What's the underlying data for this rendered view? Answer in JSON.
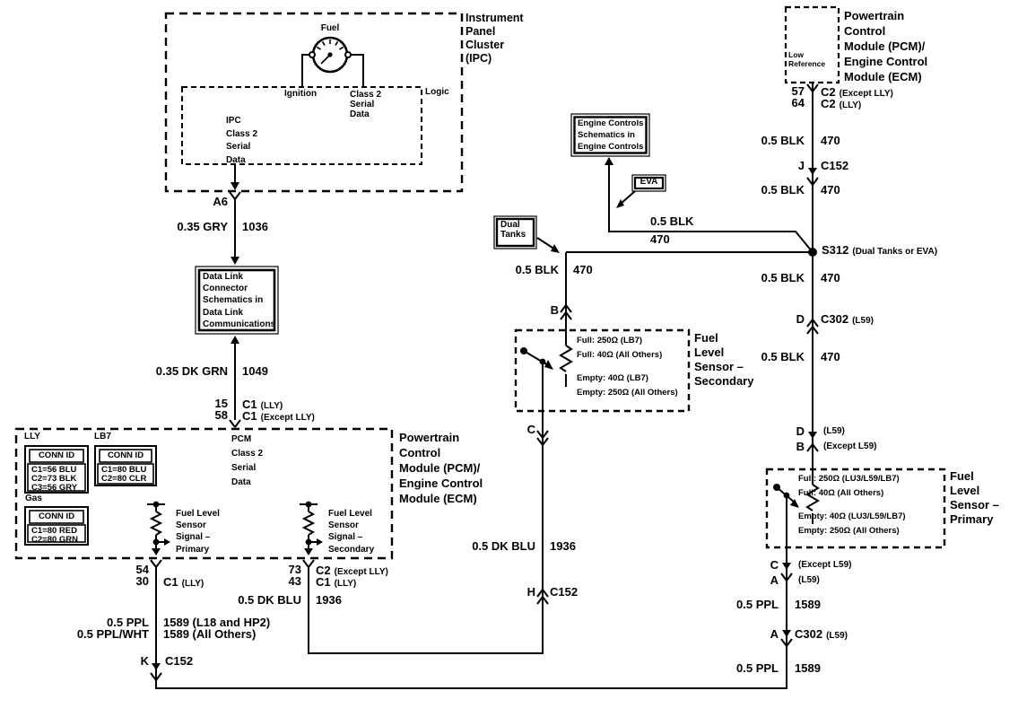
{
  "ipc": {
    "title": "Instrument\nPanel\nCluster\n(IPC)",
    "gauge_label": "Fuel",
    "ignition": "Ignition",
    "class2": "Class 2\nSerial\nData",
    "logic": "Logic",
    "ipc_class2": "IPC\nClass 2\nSerial\nData",
    "pin": "A6"
  },
  "wires": {
    "gry": {
      "label": "0.35 GRY",
      "circuit": "1036"
    },
    "dkgrn": {
      "label": "0.35 DK GRN",
      "circuit": "1049"
    },
    "blk": {
      "label": "0.5 BLK",
      "circuit": "470"
    },
    "dkblu": {
      "label": "0.5 DK BLU",
      "circuit": "1936"
    },
    "ppl": {
      "label": "0.5 PPL",
      "circuit": "1589"
    },
    "ppl_l18": {
      "label": "0.5 PPL",
      "circuit": "1589 (L18 and HP2)"
    },
    "pplwht": {
      "label": "0.5 PPL/WHT",
      "circuit": "1589 (All Others)"
    }
  },
  "dlc_box": "Data Link\nConnector\nSchematics in\nData Link\nCommunications",
  "ec_box": "Engine Controls\nSchematics in\nEngine Controls",
  "eva": "EVA",
  "dual_tanks": "Dual\nTanks",
  "pcm_left": {
    "pin15": "15",
    "pin58": "58",
    "c1_lly": {
      "main": "C1",
      "qual": "(LLY)"
    },
    "c1_exc": {
      "main": "C1",
      "qual": "(Except LLY)"
    },
    "class2": "PCM\nClass 2\nSerial\nData",
    "title": "Powertrain\nControl\nModule (PCM)/\nEngine Control\nModule (ECM)",
    "lly": "LLY",
    "lb7": "LB7",
    "gas": "Gas",
    "conn_id": "CONN ID",
    "lly_rows": "C1=56 BLU\nC2=73 BLK\nC3=56 GRY",
    "lb7_rows": "C1=80 BLU\nC2=80 CLR",
    "gas_rows": "C1=80 RED\nC2=80 GRN",
    "sig_primary": "Fuel Level\nSensor\nSignal –\nPrimary",
    "sig_secondary": "Fuel Level\nSensor\nSignal –\nSecondary",
    "pins54": "54\n30",
    "pins73": "73\n43",
    "p54": {
      "main": "C1",
      "qual": "(LLY)"
    },
    "p73a": {
      "main": "C2",
      "qual": "(Except LLY)"
    },
    "p73b": {
      "main": "C1",
      "qual": "(LLY)"
    }
  },
  "pcm_right": {
    "title": "Powertrain\nControl\nModule (PCM)/\nEngine Control\nModule (ECM)",
    "low_ref": "Low\nReference",
    "pins": "57\n64",
    "p1": {
      "main": "C2",
      "qual": "(Except LLY)"
    },
    "p2": {
      "main": "C2",
      "qual": "(LLY)"
    }
  },
  "connectors": {
    "k": {
      "pin": "K",
      "name": "C152"
    },
    "j": {
      "pin": "J",
      "name": "C152"
    },
    "h": {
      "pin": "H",
      "name": "C152"
    },
    "b": "B",
    "c": "C",
    "d_c302": {
      "pin": "D",
      "main": "C302",
      "qual": "(L59)"
    },
    "a_c302": {
      "pin": "A",
      "main": "C302",
      "qual": "(L59)"
    },
    "d_l59": {
      "pin": "D",
      "qual": "(L59)"
    },
    "b_exc": {
      "pin": "B",
      "qual": "(Except L59)"
    },
    "c_exc": {
      "pin": "C",
      "qual": "(Except L59)"
    },
    "a_l59": {
      "pin": "A",
      "qual": "(L59)"
    }
  },
  "s312": {
    "main": "S312",
    "qual": "(Dual Tanks or EVA)"
  },
  "sensor_secondary": {
    "title": "Fuel\nLevel\nSensor –\nSecondary",
    "full": "Full: 250Ω (LB7)\nFull: 40Ω (All Others)",
    "empty": "Empty: 40Ω (LB7)\nEmpty: 250Ω (All Others)"
  },
  "sensor_primary": {
    "title": "Fuel\nLevel\nSensor –\nPrimary",
    "full": "Full: 250Ω (LU3/L59/LB7)\nFull: 40Ω (All Others)",
    "empty": "Empty: 40Ω (LU3/L59/LB7)\nEmpty: 250Ω (All Others)"
  }
}
